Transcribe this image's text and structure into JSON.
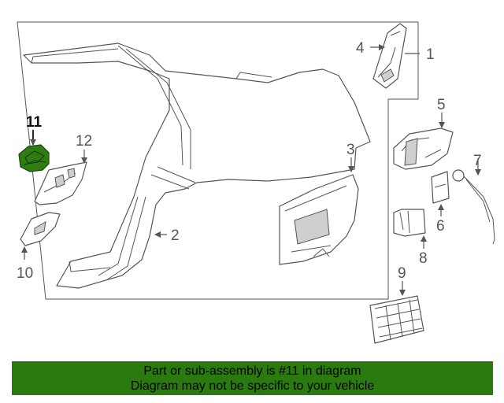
{
  "diagram": {
    "callouts": [
      "1",
      "2",
      "3",
      "4",
      "5",
      "6",
      "7",
      "8",
      "9",
      "10",
      "11",
      "12"
    ],
    "highlighted_part": "11",
    "highlight_color": "#2f7d12",
    "line_color": "#555555"
  },
  "banner": {
    "line1": "Part or sub-assembly is #11 in diagram",
    "line2": "Diagram may not be specific to your vehicle",
    "background": "#2a7a10"
  }
}
